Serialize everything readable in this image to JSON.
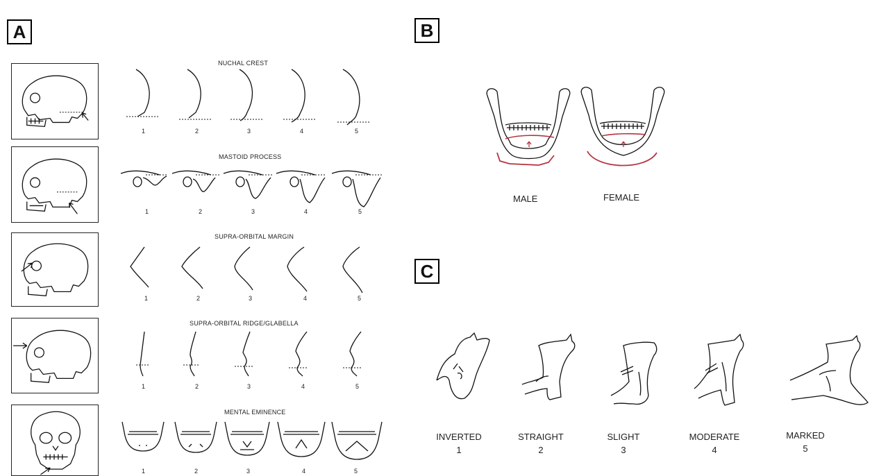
{
  "panels": {
    "a": "A",
    "b": "B",
    "c": "C"
  },
  "panel_a": {
    "rows": [
      {
        "title": "NUCHAL CREST",
        "grades": [
          "1",
          "2",
          "3",
          "4",
          "5"
        ]
      },
      {
        "title": "MASTOID PROCESS",
        "grades": [
          "1",
          "2",
          "3",
          "4",
          "5"
        ]
      },
      {
        "title": "SUPRA-ORBITAL MARGIN",
        "grades": [
          "1",
          "2",
          "3",
          "4",
          "5"
        ]
      },
      {
        "title": "SUPRA-ORBITAL RIDGE/GLABELLA",
        "grades": [
          "1",
          "2",
          "3",
          "4",
          "5"
        ]
      },
      {
        "title": "MENTAL EMINENCE",
        "grades": [
          "1",
          "2",
          "3",
          "4",
          "5"
        ]
      }
    ]
  },
  "panel_b": {
    "male_label": "MALE",
    "female_label": "FEMALE",
    "accent_color": "#b5333f"
  },
  "panel_c": {
    "items": [
      {
        "label": "INVERTED",
        "grade": "1"
      },
      {
        "label": "STRAIGHT",
        "grade": "2"
      },
      {
        "label": "SLIGHT",
        "grade": "3"
      },
      {
        "label": "MODERATE",
        "grade": "4"
      },
      {
        "label": "MARKED",
        "grade": "5"
      }
    ]
  }
}
